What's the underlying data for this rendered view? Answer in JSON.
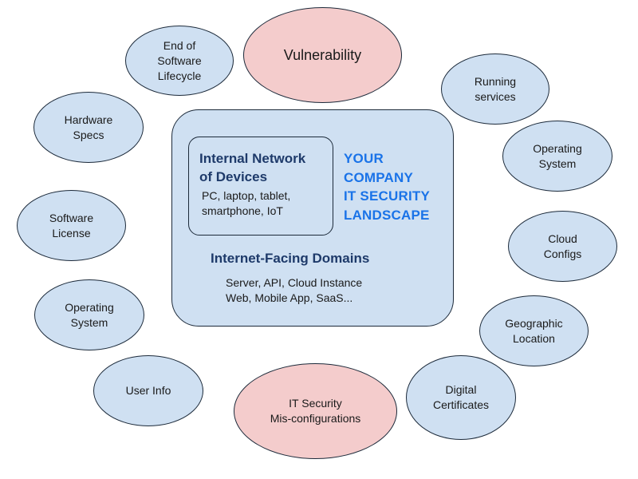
{
  "center": {
    "internal_title": "Internal Network\nof Devices",
    "internal_sub": "PC, laptop, tablet,\nsmartphone, IoT",
    "company": "YOUR\nCOMPANY\nIT SECURITY\nLANDSCAPE",
    "domains_title": "Internet-Facing Domains",
    "domains_sub": "Server, API, Cloud Instance\nWeb, Mobile App, SaaS..."
  },
  "nodes": {
    "end_of_life": "End of\nSoftware\nLifecycle",
    "vulnerability": "Vulnerability",
    "running_services": "Running\nservices",
    "hardware_specs": "Hardware\nSpecs",
    "os_right": "Operating\nSystem",
    "software_license": "Software\nLicense",
    "cloud_configs": "Cloud\nConfigs",
    "os_left": "Operating\nSystem",
    "geo_location": "Geographic\nLocation",
    "user_info": "User Info",
    "misconfig": "IT Security\nMis-configurations",
    "digital_certs": "Digital\nCertificates"
  },
  "colors": {
    "blue_fill": "#cfe0f2",
    "red_fill": "#f4cccc",
    "accent_text": "#1a73e8",
    "heading_text": "#1e3a6a"
  }
}
